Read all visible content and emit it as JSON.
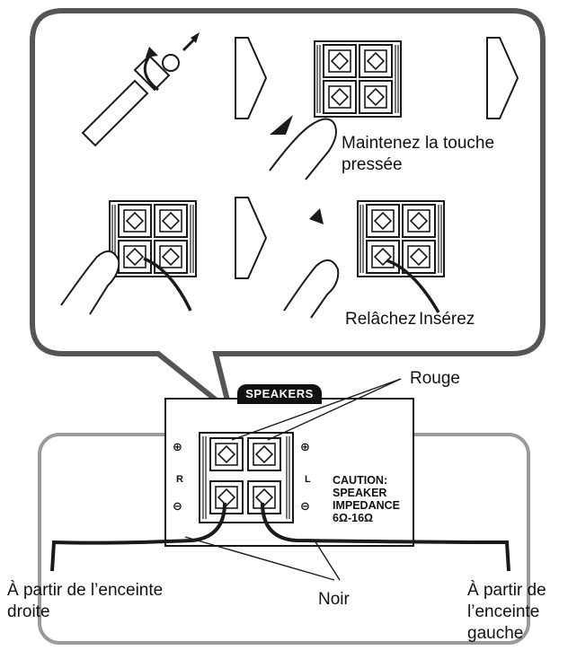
{
  "labels": {
    "maintain": "Maintenez la touche pressée",
    "release": "Relâchez",
    "insert": "Insérez",
    "red": "Rouge",
    "black": "Noir",
    "from_right": "À partir de l’enceinte droite",
    "from_left": "À partir de l’enceinte gauche"
  },
  "panel": {
    "speakers": "SPEAKERS",
    "caution": [
      "CAUTION:",
      "SPEAKER",
      "IMPEDANCE",
      "6Ω-16Ω"
    ],
    "plus": "⊕",
    "minus": "⊖",
    "right_channel": "R",
    "left_channel": "L"
  },
  "colors": {
    "line": "#1a1a1a",
    "terminal_fill": "#ffffff",
    "tag_bg": "#111111"
  }
}
